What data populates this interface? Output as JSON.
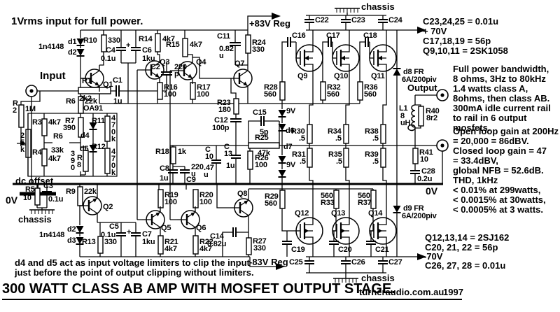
{
  "texts": {
    "vrms": "1Vrms input for full power.",
    "input": "Input",
    "output": "Output",
    "chassis": "chassis",
    "ov": "0V",
    "dc_offset": "dc offset",
    "rail_pos": "+83V Reg",
    "rail_neg": "-83V Reg",
    "spec_c232425": "C23,24,25 = 0.01u",
    "spec_70v": "+ 70V",
    "spec_c171819": "C17,18,19 = 56p",
    "spec_q91011": "Q9,10,11 = 2SK1058",
    "para_power": "Full power bandwidth,\n8 ohms, 3Hz to 80kHz\n1.4 watts class A,\n8ohms, then class AB.\n300mA idle current rail\nto rail in 6 output mosfets.",
    "para_gain": "Open loop gain at 200Hz\n= 20,000 = 86dBV.\nClosed loop gain = 47\n= 33.4dBV,\nglobal NFB = 52.6dB.\nTHD, 1kHz\n< 0.01% at 299watts,\n< 0.0015% at 30watts,\n< 0.0005% at 3 watts.",
    "spec_q121314": "Q12,13,14 = 2SJ162",
    "spec_c202122": "C20, 21, 22 = 56p",
    "spec_m70v": "-70V",
    "spec_c262728": "C26, 27, 28 = 0.01u",
    "limiter_note": "d4 and d5 act as input voltage limiters to clip the input\njust before the point of output clipping without limiters.",
    "title": "300 WATT CLASS AB AMP WITH MOSFET OUTPUT STAGE.",
    "credit": "turneraudio.com.au",
    "year": "1997"
  },
  "parts": {
    "r1": {
      "n": "R1",
      "v": "2k2"
    },
    "r2": {
      "n": "R\n2",
      "v": "1M"
    },
    "r3": {
      "n": "R3",
      "v": "4k7"
    },
    "r4": {
      "n": "R4",
      "v": "4k7"
    },
    "r5": {
      "n": "R5",
      "v": "10"
    },
    "r6a": {
      "n": "R6",
      "v": "22k"
    },
    "r6b": {
      "n": "R6",
      "v": "33k"
    },
    "r7": {
      "n": "R7",
      "v": "390"
    },
    "r8": {
      "n": "R\n8",
      "v": "3\n9\n0"
    },
    "r9": {
      "n": "R9",
      "v": "22k"
    },
    "r10": {
      "n": "R10",
      "v": "330"
    },
    "r11": {
      "n": "R11",
      "v": "4\n7\n0\nk"
    },
    "r12": {
      "n": "R12",
      "v": "4\n7\n0\nk"
    },
    "r13": {
      "n": "R13",
      "v": "330"
    },
    "r14": {
      "n": "R14",
      "v": "4k7"
    },
    "r15": {
      "n": "R15",
      "v": "4k7"
    },
    "r16": {
      "n": "R16",
      "v": "100"
    },
    "r17": {
      "n": "R17",
      "v": "100"
    },
    "r18": {
      "n": "R18",
      "v": "1k"
    },
    "r19": {
      "n": "R19",
      "v": "100"
    },
    "r20": {
      "n": "R20",
      "v": "100"
    },
    "r21": {
      "n": "R21",
      "v": "4k7"
    },
    "r22": {
      "n": "R22",
      "v": "4k7"
    },
    "r23": {
      "n": "R23",
      "v": "180"
    },
    "r24": {
      "n": "R24",
      "v": "330"
    },
    "r25": {
      "n": "R25",
      "v": "47k"
    },
    "r26": {
      "n": "R26",
      "v": "100"
    },
    "r27": {
      "n": "R27",
      "v": "330"
    },
    "r28": {
      "n": "R28",
      "v": "560"
    },
    "r29": {
      "n": "R29",
      "v": "560"
    },
    "r30": {
      "n": "R30",
      "v": ".5"
    },
    "r31": {
      "n": "R31",
      "v": ".5"
    },
    "r32": {
      "n": "R32",
      "v": "560"
    },
    "r33": {
      "n": "R33",
      "v": "560"
    },
    "r34": {
      "n": "R34",
      "v": ".5"
    },
    "r35": {
      "n": "R35",
      "v": ".5"
    },
    "r36": {
      "n": "R36",
      "v": "560"
    },
    "r37": {
      "n": "R37",
      "v": "560"
    },
    "r38": {
      "n": "R38",
      "v": ".5"
    },
    "r39": {
      "n": "R39",
      "v": ".5"
    },
    "r40": {
      "n": "R40",
      "v": "8r2"
    },
    "r41": {
      "n": "R41",
      "v": "10"
    },
    "pot25k": {
      "v": "2\n5\nk"
    },
    "c1": {
      "n": "C1",
      "v": "1u"
    },
    "c2": {
      "n": "C2",
      "v": "220\np"
    },
    "c3": {
      "n": "C3",
      "v": "0.1u"
    },
    "c4": {
      "n": "C4",
      "v": "0.1u"
    },
    "c5": {
      "n": "C5",
      "v": "0.1u"
    },
    "c6": {
      "n": "C6",
      "v": "1ku",
      "p": "+"
    },
    "c7": {
      "n": "C7",
      "v": "1ku",
      "p": "+"
    },
    "c8": {
      "n": "C8",
      "v": "1u"
    },
    "c9": {
      "n": "C9",
      "v": "220\nu"
    },
    "c10": {
      "n": "C\n10",
      "v": ".47\nu"
    },
    "c11": {
      "n": "C11",
      "v": "0.82\nu"
    },
    "c12": {
      "n": "C12",
      "v": "100p"
    },
    "c13": {
      "n": "C\n13",
      "v": "1u"
    },
    "c14": {
      "n": "C14",
      "v": "0.82u"
    },
    "c15": {
      "n": "C15",
      "v": "5p"
    },
    "c16": {
      "n": "C16"
    },
    "c17": {
      "n": "C17"
    },
    "c18": {
      "n": "C18"
    },
    "c19": {
      "n": "C19"
    },
    "c20": {
      "n": "C20"
    },
    "c21": {
      "n": "C21"
    },
    "c22": {
      "n": "C22"
    },
    "c23": {
      "n": "C23"
    },
    "c24": {
      "n": "C24"
    },
    "c25": {
      "n": "C25"
    },
    "c26": {
      "n": "C26"
    },
    "c27": {
      "n": "C27"
    },
    "c28": {
      "n": "C28",
      "v": "0.2u"
    },
    "q1": {
      "n": "Q1"
    },
    "q2": {
      "n": "Q2"
    },
    "q3": {
      "n": "Q3"
    },
    "q4": {
      "n": "Q4"
    },
    "q5": {
      "n": "Q5"
    },
    "q6": {
      "n": "Q6"
    },
    "q7": {
      "n": "Q7"
    },
    "q8": {
      "n": "Q8"
    },
    "q9": {
      "n": "Q9"
    },
    "q10": {
      "n": "Q10"
    },
    "q11": {
      "n": "Q11"
    },
    "q12": {
      "n": "Q12"
    },
    "q13": {
      "n": "Q13"
    },
    "q14": {
      "n": "Q14"
    },
    "d1": {
      "n": "d1"
    },
    "d2a": {
      "n": "d2"
    },
    "d2b": {
      "n": "d2"
    },
    "d3": {
      "n": "d3"
    },
    "d4": {
      "n": "d4"
    },
    "d5": {
      "n": "d5"
    },
    "d6": {
      "n": "d6"
    },
    "d7": {
      "n": "d7"
    },
    "d8": {
      "n": "d8 FR",
      "v": "6A/200piv"
    },
    "d9": {
      "n": "d9 FR",
      "v": "6A/200piv"
    },
    "z1": {
      "n": "9V"
    },
    "z2": {
      "n": "9V"
    },
    "l1": {
      "n": "L1",
      "v": "8\nuH"
    },
    "types": {
      "t1": "1n4148",
      "t2": "1n4148",
      "oa91": "OA91"
    }
  }
}
